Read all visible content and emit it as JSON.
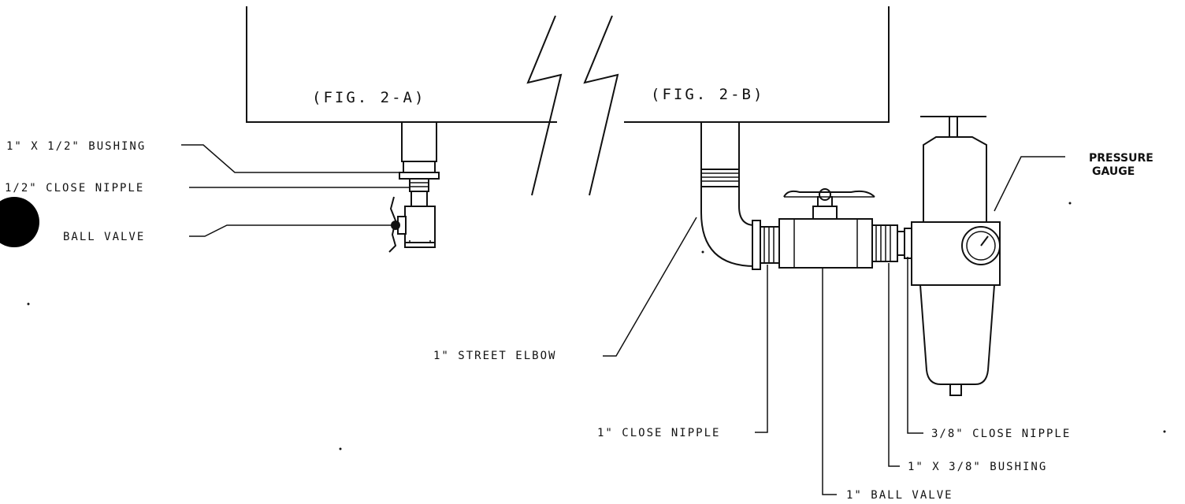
{
  "figures": {
    "fig_a_label": "(FIG. 2-A)",
    "fig_b_label": "(FIG. 2-B)"
  },
  "labels": {
    "bushing_half": "1\" X 1/2\" BUSHING",
    "close_nipple_half": "1/2\" CLOSE NIPPLE",
    "ball_valve": "BALL VALVE",
    "street_elbow": "1\" STREET ELBOW",
    "close_nipple_one": "1\" CLOSE NIPPLE",
    "ball_valve_one": "1\" BALL VALVE",
    "bushing_three_eighths": "1\" X 3/8\" BUSHING",
    "close_nipple_three_eighths": "3/8\" CLOSE NIPPLE",
    "pressure": "PRESSURE",
    "gauge": "GAUGE"
  },
  "colors": {
    "ink": "#111111",
    "background": "#ffffff"
  }
}
